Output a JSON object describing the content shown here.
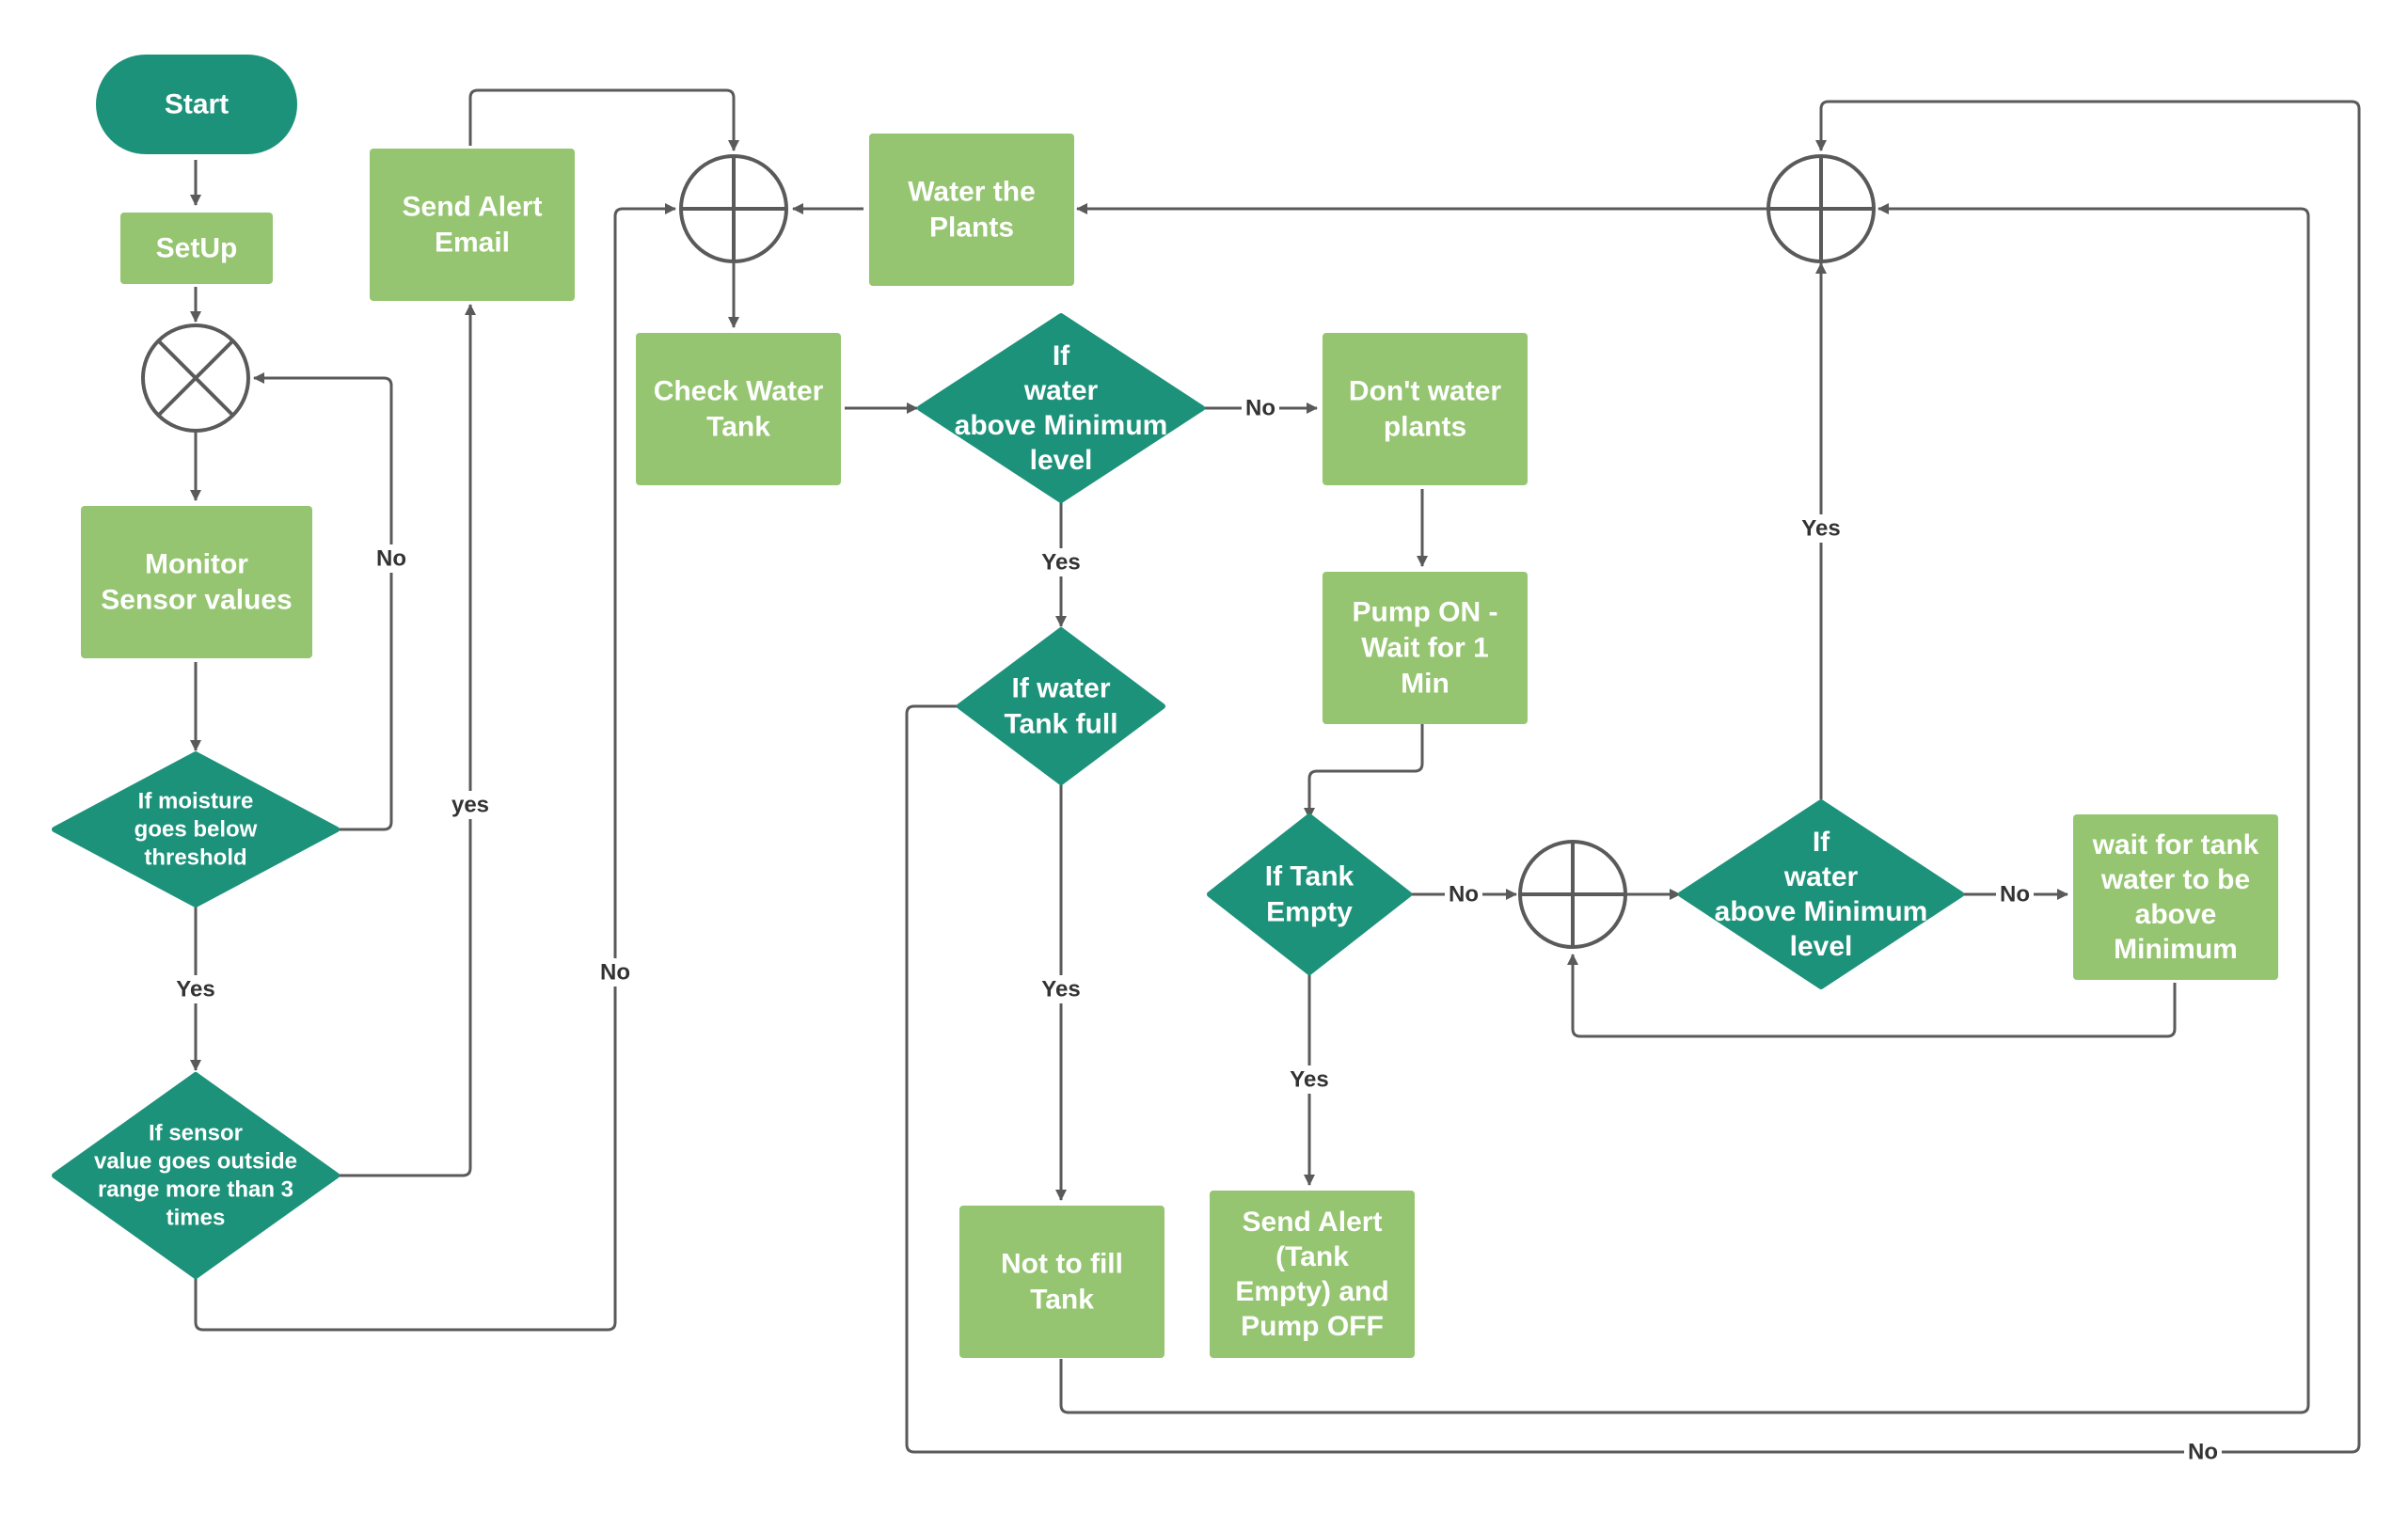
{
  "colors": {
    "process_fill": "#95c570",
    "decision_fill": "#1d927a",
    "terminal_fill": "#1d927a",
    "connector_stroke": "#5a5a5a",
    "label_text": "#333333",
    "node_text": "#ffffff"
  },
  "nodes": {
    "start": {
      "lines": [
        "Start"
      ]
    },
    "setup": {
      "lines": [
        "SetUp"
      ]
    },
    "monitor": {
      "lines": [
        "Monitor",
        "Sensor values"
      ]
    },
    "moisture": {
      "lines": [
        "If moisture",
        "goes below",
        "threshold"
      ]
    },
    "sensor_range": {
      "lines": [
        "If sensor",
        "value goes outside",
        "range more than 3",
        "times"
      ]
    },
    "send_email": {
      "lines": [
        "Send Alert",
        "Email"
      ]
    },
    "check_tank": {
      "lines": [
        "Check Water",
        "Tank"
      ]
    },
    "water_plants": {
      "lines": [
        "Water the",
        "Plants"
      ]
    },
    "above_min_1": {
      "lines": [
        "If",
        "water",
        "above Minimum",
        "level"
      ]
    },
    "dont_water": {
      "lines": [
        "Don't water",
        "plants"
      ]
    },
    "pump_on": {
      "lines": [
        "Pump ON -",
        "Wait for 1",
        "Min"
      ]
    },
    "tank_full": {
      "lines": [
        "If water",
        "Tank full"
      ]
    },
    "tank_empty": {
      "lines": [
        "If Tank",
        "Empty"
      ]
    },
    "above_min_2": {
      "lines": [
        "If",
        "water",
        "above Minimum",
        "level"
      ]
    },
    "wait_tank": {
      "lines": [
        "wait for tank",
        "water to be",
        "above",
        "Minimum"
      ]
    },
    "not_fill": {
      "lines": [
        "Not to fill",
        "Tank"
      ]
    },
    "send_alert_empty": {
      "lines": [
        "Send Alert",
        "(Tank",
        "Empty) and",
        "Pump OFF"
      ]
    }
  },
  "edge_labels": {
    "moisture_no": "No",
    "moisture_yes": "Yes",
    "sensor_yes": "yes",
    "sensor_no": "No",
    "above_min_1_no": "No",
    "above_min_1_yes": "Yes",
    "tank_full_yes": "Yes",
    "tank_full_no": "No",
    "tank_empty_no": "No",
    "tank_empty_yes": "Yes",
    "above_min_2_yes": "Yes",
    "above_min_2_no": "No"
  }
}
